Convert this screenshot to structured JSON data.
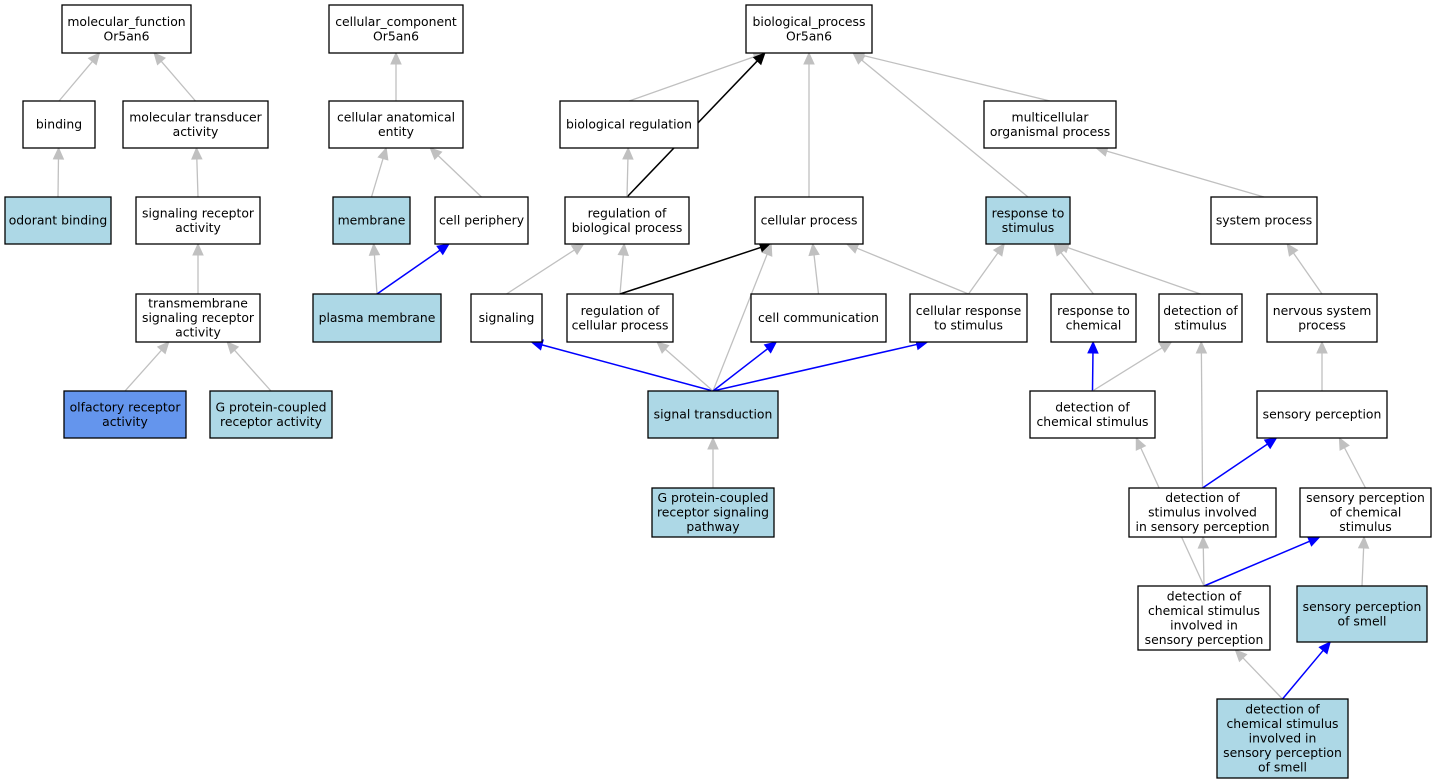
{
  "colors": {
    "plain": "#ffffff",
    "light": "#add8e6",
    "dark": "#6495ed",
    "edge_gray": "#c0c0c0",
    "edge_blue": "#0000ff",
    "edge_black": "#000000"
  },
  "nodes": [
    {
      "id": "mf",
      "lines": [
        "molecular_function",
        "Or5an6"
      ],
      "fill": "plain"
    },
    {
      "id": "cc",
      "lines": [
        "cellular_component",
        "Or5an6"
      ],
      "fill": "plain"
    },
    {
      "id": "bp",
      "lines": [
        "biological_process",
        "Or5an6"
      ],
      "fill": "plain"
    },
    {
      "id": "binding",
      "lines": [
        "binding"
      ],
      "fill": "plain"
    },
    {
      "id": "mtrans",
      "lines": [
        "molecular transducer",
        "activity"
      ],
      "fill": "plain"
    },
    {
      "id": "odorant",
      "lines": [
        "odorant binding"
      ],
      "fill": "light"
    },
    {
      "id": "sigrec",
      "lines": [
        "signaling receptor",
        "activity"
      ],
      "fill": "plain"
    },
    {
      "id": "tmsig",
      "lines": [
        "transmembrane",
        "signaling receptor",
        "activity"
      ],
      "fill": "plain"
    },
    {
      "id": "olfrec",
      "lines": [
        "olfactory receptor",
        "activity"
      ],
      "fill": "dark"
    },
    {
      "id": "gpcr",
      "lines": [
        "G protein-coupled",
        "receptor activity"
      ],
      "fill": "light"
    },
    {
      "id": "cae",
      "lines": [
        "cellular anatomical",
        "entity"
      ],
      "fill": "plain"
    },
    {
      "id": "membrane",
      "lines": [
        "membrane"
      ],
      "fill": "light"
    },
    {
      "id": "cellper",
      "lines": [
        "cell periphery"
      ],
      "fill": "plain"
    },
    {
      "id": "plasma",
      "lines": [
        "plasma membrane"
      ],
      "fill": "light"
    },
    {
      "id": "bioreg",
      "lines": [
        "biological regulation"
      ],
      "fill": "plain"
    },
    {
      "id": "multi",
      "lines": [
        "multicellular",
        "organismal process"
      ],
      "fill": "plain"
    },
    {
      "id": "regbio",
      "lines": [
        "regulation of",
        "biological process"
      ],
      "fill": "plain"
    },
    {
      "id": "cellproc",
      "lines": [
        "cellular process"
      ],
      "fill": "plain"
    },
    {
      "id": "respstim",
      "lines": [
        "response to",
        "stimulus"
      ],
      "fill": "light"
    },
    {
      "id": "sysproc",
      "lines": [
        "system process"
      ],
      "fill": "plain"
    },
    {
      "id": "signaling",
      "lines": [
        "signaling"
      ],
      "fill": "plain"
    },
    {
      "id": "regcell",
      "lines": [
        "regulation of",
        "cellular process"
      ],
      "fill": "plain"
    },
    {
      "id": "cellcomm",
      "lines": [
        "cell communication"
      ],
      "fill": "plain"
    },
    {
      "id": "cellresp",
      "lines": [
        "cellular response",
        "to stimulus"
      ],
      "fill": "plain"
    },
    {
      "id": "respchem",
      "lines": [
        "response to",
        "chemical"
      ],
      "fill": "plain"
    },
    {
      "id": "detstim",
      "lines": [
        "detection of",
        "stimulus"
      ],
      "fill": "plain"
    },
    {
      "id": "nervous",
      "lines": [
        "nervous system",
        "process"
      ],
      "fill": "plain"
    },
    {
      "id": "sigtrans",
      "lines": [
        "signal transduction"
      ],
      "fill": "light"
    },
    {
      "id": "detchem",
      "lines": [
        "detection of",
        "chemical stimulus"
      ],
      "fill": "plain"
    },
    {
      "id": "sensperc",
      "lines": [
        "sensory perception"
      ],
      "fill": "plain"
    },
    {
      "id": "gpcrpath",
      "lines": [
        "G protein-coupled",
        "receptor signaling",
        "pathway"
      ],
      "fill": "light"
    },
    {
      "id": "detstimsens",
      "lines": [
        "detection of",
        "stimulus involved",
        "in sensory perception"
      ],
      "fill": "plain"
    },
    {
      "id": "sensperchem",
      "lines": [
        "sensory perception",
        "of chemical",
        "stimulus"
      ],
      "fill": "plain"
    },
    {
      "id": "detchemsens",
      "lines": [
        "detection of",
        "chemical stimulus",
        "involved in",
        "sensory perception"
      ],
      "fill": "plain"
    },
    {
      "id": "senssmell",
      "lines": [
        "sensory perception",
        "of smell"
      ],
      "fill": "light"
    },
    {
      "id": "detchemsmell",
      "lines": [
        "detection of",
        "chemical stimulus",
        "involved in",
        "sensory perception",
        "of smell"
      ],
      "fill": "light"
    }
  ],
  "edges": [
    {
      "from": "binding",
      "to": "mf",
      "color": "gray"
    },
    {
      "from": "mtrans",
      "to": "mf",
      "color": "gray"
    },
    {
      "from": "odorant",
      "to": "binding",
      "color": "gray"
    },
    {
      "from": "sigrec",
      "to": "mtrans",
      "color": "gray"
    },
    {
      "from": "tmsig",
      "to": "sigrec",
      "color": "gray"
    },
    {
      "from": "olfrec",
      "to": "tmsig",
      "color": "gray"
    },
    {
      "from": "gpcr",
      "to": "tmsig",
      "color": "gray"
    },
    {
      "from": "cae",
      "to": "cc",
      "color": "gray"
    },
    {
      "from": "membrane",
      "to": "cae",
      "color": "gray"
    },
    {
      "from": "cellper",
      "to": "cae",
      "color": "gray"
    },
    {
      "from": "plasma",
      "to": "membrane",
      "color": "gray"
    },
    {
      "from": "plasma",
      "to": "cellper",
      "color": "blue"
    },
    {
      "from": "bioreg",
      "to": "bp",
      "color": "gray"
    },
    {
      "from": "regbio",
      "to": "bp",
      "color": "black"
    },
    {
      "from": "cellproc",
      "to": "bp",
      "color": "gray"
    },
    {
      "from": "respstim",
      "to": "bp",
      "color": "gray"
    },
    {
      "from": "multi",
      "to": "bp",
      "color": "gray"
    },
    {
      "from": "regbio",
      "to": "bioreg",
      "color": "gray"
    },
    {
      "from": "sysproc",
      "to": "multi",
      "color": "gray"
    },
    {
      "from": "signaling",
      "to": "regbio",
      "color": "gray"
    },
    {
      "from": "regcell",
      "to": "regbio",
      "color": "gray"
    },
    {
      "from": "regcell",
      "to": "cellproc",
      "color": "black"
    },
    {
      "from": "cellcomm",
      "to": "cellproc",
      "color": "gray"
    },
    {
      "from": "cellresp",
      "to": "cellproc",
      "color": "gray"
    },
    {
      "from": "sigtrans",
      "to": "cellproc",
      "color": "gray"
    },
    {
      "from": "cellresp",
      "to": "respstim",
      "color": "gray"
    },
    {
      "from": "respchem",
      "to": "respstim",
      "color": "gray"
    },
    {
      "from": "detstim",
      "to": "respstim",
      "color": "gray"
    },
    {
      "from": "nervous",
      "to": "sysproc",
      "color": "gray"
    },
    {
      "from": "sigtrans",
      "to": "signaling",
      "color": "blue"
    },
    {
      "from": "sigtrans",
      "to": "regcell",
      "color": "gray"
    },
    {
      "from": "sigtrans",
      "to": "cellcomm",
      "color": "blue"
    },
    {
      "from": "sigtrans",
      "to": "cellresp",
      "color": "blue"
    },
    {
      "from": "gpcrpath",
      "to": "sigtrans",
      "color": "gray"
    },
    {
      "from": "detchem",
      "to": "respchem",
      "color": "blue"
    },
    {
      "from": "detchem",
      "to": "detstim",
      "color": "gray"
    },
    {
      "from": "sensperc",
      "to": "nervous",
      "color": "gray"
    },
    {
      "from": "detstimsens",
      "to": "detstim",
      "color": "gray"
    },
    {
      "from": "detstimsens",
      "to": "sensperc",
      "color": "blue"
    },
    {
      "from": "sensperchem",
      "to": "sensperc",
      "color": "gray"
    },
    {
      "from": "detchemsens",
      "to": "detchem",
      "color": "gray"
    },
    {
      "from": "detchemsens",
      "to": "detstimsens",
      "color": "gray"
    },
    {
      "from": "detchemsens",
      "to": "sensperchem",
      "color": "blue"
    },
    {
      "from": "senssmell",
      "to": "sensperchem",
      "color": "gray"
    },
    {
      "from": "detchemsmell",
      "to": "detchemsens",
      "color": "gray"
    },
    {
      "from": "detchemsmell",
      "to": "senssmell",
      "color": "blue"
    }
  ]
}
